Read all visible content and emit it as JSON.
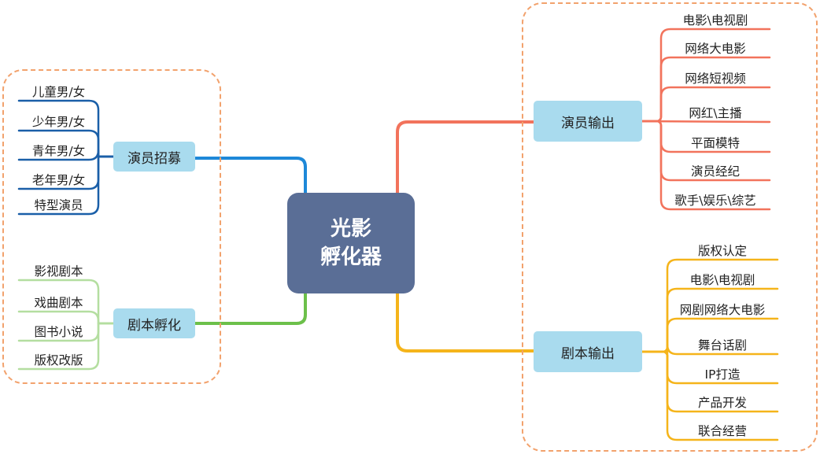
{
  "center": {
    "line1": "光影",
    "line2": "孵化器"
  },
  "branches": {
    "actor_recruit": {
      "label": "演员招募",
      "color": "#1e88d8",
      "leaves": [
        "儿童男/女",
        "少年男/女",
        "青年男/女",
        "老年男/女",
        "特型演员"
      ]
    },
    "script_incubate": {
      "label": "剧本孵化",
      "color": "#6cc04a",
      "leaves": [
        "影视剧本",
        "戏曲剧本",
        "图书小说",
        "版权改版"
      ]
    },
    "actor_output": {
      "label": "演员输出",
      "color": "#f2735c",
      "leaves": [
        "电影\\电视剧",
        "网络大电影",
        "网络短视频",
        "网红\\主播",
        "平面模特",
        "演员经纪",
        "歌手\\娱乐\\综艺"
      ]
    },
    "script_output": {
      "label": "剧本输出",
      "color": "#f5b41a",
      "leaves": [
        "版权认定",
        "电影\\电视剧",
        "网剧网络大电影",
        "舞台话剧",
        "IP打造",
        "产品开发",
        "联合经营"
      ]
    }
  },
  "colors": {
    "center_fill": "#5a6e96",
    "branch_fill": "#a9dbee",
    "leaf_line_actor_recruit": "#1a5fa8",
    "leaf_line_script_incubate": "#b4dea0",
    "dashed_border": "#f2a26d"
  }
}
